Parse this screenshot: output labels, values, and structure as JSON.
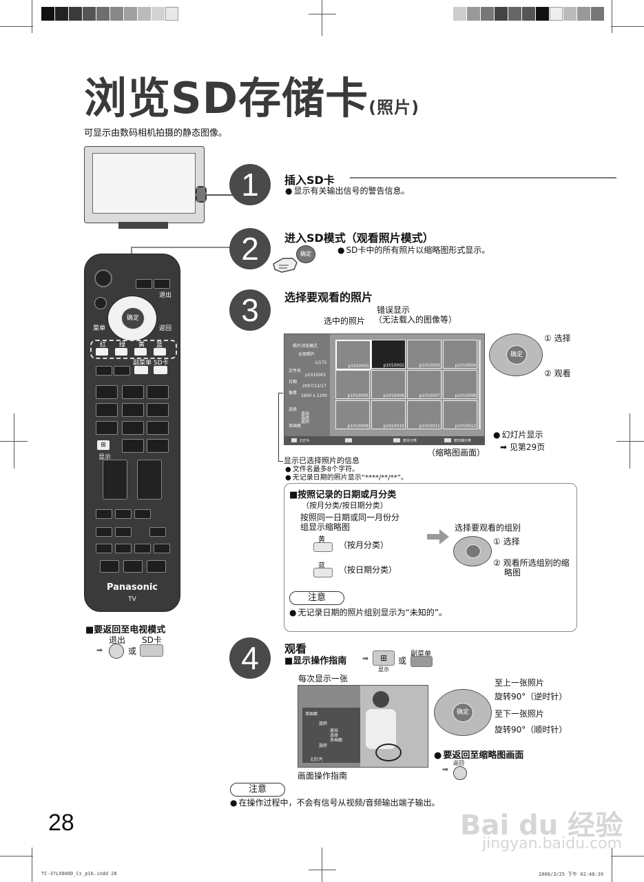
{
  "header": {
    "title_main": "浏览SD存储卡",
    "title_sub": "(照片)",
    "subtitle": "可显示由数码相机拍摄的静态图像。"
  },
  "steps": [
    {
      "num": "1",
      "title": "插入SD卡",
      "note": "显示有关输出信号的警告信息。"
    },
    {
      "num": "2",
      "title": "进入SD模式（观看照片模式）",
      "note": "SD卡中的所有照片以缩略图形式显示。",
      "button": "确定"
    },
    {
      "num": "3",
      "title": "选择要观看的照片",
      "label_selected": "选中的照片",
      "label_error": "错误显示",
      "label_error2": "（无法载入的图像等）"
    },
    {
      "num": "4",
      "title": "观看"
    }
  ],
  "thumbnail_screen": {
    "panel_title": "照片浏览模式",
    "panel_sub": "全部照片",
    "counter": "1/175",
    "filename_label": "文件名",
    "filename": "p1010001",
    "date_label": "日期",
    "date": "2007/12/17",
    "pixel_label": "像素",
    "pixels": "1600 x 1200",
    "guide_select": "选择",
    "guide_exit": "退出",
    "guide_pick": "选择",
    "guide_back": "返回",
    "guide_single": "单画面",
    "bar_slideshow": "幻灯片",
    "bar_month": "按月分类",
    "bar_day": "按日期分类",
    "thumbs": [
      "p1010001",
      "p1010002",
      "p1010003",
      "p1010004",
      "p1010005",
      "p1010006",
      "p1010007",
      "p1010008",
      "p1010009",
      "p1010010",
      "p1010011",
      "p1010012"
    ],
    "caption": "（缩略图画面）",
    "dpad_center": "确定",
    "dpad_select": "① 选择",
    "dpad_view": "② 观看",
    "slideshow_note": "幻灯片显示",
    "slideshow_ref": "见第29页",
    "info_title": "显示已选择照片的信息",
    "info_line1": "文件名最多8个字符。",
    "info_line2": "无记录日期的照片显示“****/**/**”。"
  },
  "sort_box": {
    "heading": "■按照记录的日期或月分类",
    "subheading": "（按月分类/按日期分类）",
    "desc1": "按照同一日期或同一月份分",
    "desc2": "组显示缩略图",
    "yellow_label": "黄",
    "yellow_text": "（按月分类）",
    "blue_label": "蓝",
    "blue_text": "（按日期分类）",
    "select_group": "选择要观看的组别",
    "pick": "① 选择",
    "view_group1": "② 观看所选组别的缩",
    "view_group2": "略图",
    "note_title": "注意",
    "note_text": "无记录日期的照片组别显示为“未知的”。"
  },
  "remote": {
    "brand": "Panasonic",
    "tv": "TV",
    "exit": "退出",
    "menu": "菜单",
    "ok": "确定",
    "back": "返回",
    "red": "红",
    "green": "绿",
    "yellow": "黄",
    "blue": "蓝",
    "submenu": "副菜单",
    "sdcard": "SD卡",
    "display": "显示"
  },
  "return_tv": {
    "heading": "■要返回至电视模式",
    "exit": "退出",
    "sd": "SD卡",
    "or": "或"
  },
  "step4": {
    "guide_heading": "■显示操作指南",
    "or": "或",
    "display_label": "显示",
    "submenu_label": "副菜单",
    "single": "每次显示一张",
    "prev_photo": "至上一张照片",
    "rotate_ccw": "旋转90°（逆时针）",
    "next_photo": "至下一张照片",
    "rotate_cw": "旋转90°（顺时针）",
    "dpad_center": "确定",
    "back_thumb": "要返回至缩略图画面",
    "back_label": "返回",
    "guide_caption": "画面操作指南",
    "ov_single": "单画面",
    "ov_rotate": "旋转",
    "ov_exit": "退出",
    "ov_select": "选择",
    "ov_multi": "多画面",
    "ov_rotate2": "旋转",
    "ov_slideshow": "幻灯片"
  },
  "bottom_note": {
    "title": "注意",
    "text": "在操作过程中，不会有信号从视频/音频输出端子输出。"
  },
  "page_number": "28",
  "watermark": {
    "brand": "Bai du 经验",
    "url": "jingyan.baidu.com"
  },
  "footer": {
    "left": "TC-37LX800D_Cs_p16.indd   28",
    "right": "2008/3/25   下午 02:48:39"
  },
  "colors": {
    "step_circle": "#4a4a4a",
    "remote_body": "#3a3a3a",
    "text": "#111111"
  }
}
